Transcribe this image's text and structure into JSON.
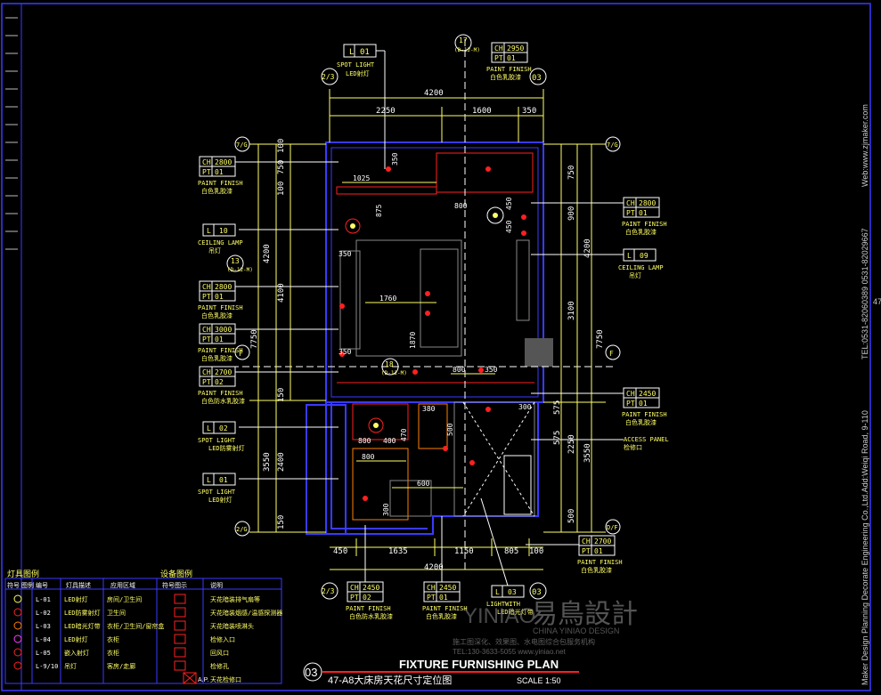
{
  "colors": {
    "frame": "#3a3aff",
    "wall": "#3a3aff",
    "dim": "#ffff66",
    "white": "#ffffff",
    "cyan": "#00ffff",
    "red": "#ff2020",
    "orange": "#ff8000",
    "magenta": "#ff40ff",
    "green": "#40ff40",
    "grey": "#555555"
  },
  "top": {
    "grid_17": "17",
    "grid_17_sub": "(D-12-M)",
    "tag_l01_left": "L",
    "tag_l01_right": "01",
    "l01_line1": "SPOT LIGHT",
    "l01_line2": "LED射灯",
    "ch_label": "CH",
    "ch_val": "2950",
    "pt_label": "PT",
    "pt_val": "01",
    "pf1": "PAINT FINISH",
    "pf2": "白色乳胶漆",
    "grid_2_3": "2/3",
    "grid_03": "03",
    "dim_total": "4200",
    "dim_a": "2250",
    "dim_b": "1600",
    "dim_c": "350"
  },
  "left_tags": [
    {
      "ch": "2800",
      "pt": "01",
      "l1": "PAINT FINISH",
      "l2": "白色乳胶漆"
    },
    {
      "tag": "10",
      "l1": "CEILING LAMP",
      "l2": "吊灯"
    },
    {
      "ch": "2800",
      "pt": "01",
      "l1": "PAINT FINISH",
      "l2": "白色乳胶漆"
    },
    {
      "ch": "3000",
      "pt": "01",
      "l1": "PAINT FINISH",
      "l2": "白色乳胶漆"
    },
    {
      "ch": "2700",
      "pt": "02",
      "l1": "PAINT FINISH",
      "l2": "白色防水乳胶漆"
    },
    {
      "tag": "02",
      "l1": "SPOT LIGHT",
      "l2": "LED防雾射灯"
    },
    {
      "tag": "01",
      "l1": "SPOT LIGHT",
      "l2": "LED射灯"
    }
  ],
  "left_dims": {
    "d100a": "100",
    "d750a": "750",
    "d100b": "100",
    "d4200": "4200",
    "d4100": "4100",
    "d7750": "7750",
    "d150": "150",
    "d3550": "3550",
    "d2400": "2400",
    "d150b": "150"
  },
  "left_grids": {
    "g7g": "7/G",
    "g13": "13",
    "g13s": "(D-12-M)",
    "gF": "F",
    "g2g": "2/G"
  },
  "right_tags": [
    {
      "ch": "2800",
      "pt": "01",
      "l1": "PAINT FINISH",
      "l2": "白色乳胶漆"
    },
    {
      "tag": "09",
      "l1": "CEILING LAMP",
      "l2": "吊灯"
    },
    {
      "ch": "2450",
      "pt": "01",
      "l1": "PAINT FINISH",
      "l2": "白色乳胶漆"
    },
    {
      "l1": "ACCESS PANEL",
      "l2": "检修口"
    }
  ],
  "right_dims": {
    "d750": "750",
    "d900": "900",
    "d4200": "4200",
    "d3100": "3100",
    "d7750": "7750",
    "d575": "575",
    "d575b": "575",
    "d2250": "2250",
    "d3550": "3550",
    "d500": "500"
  },
  "right_grids": {
    "gG": "7/G",
    "gF": "F",
    "gD": "D/F"
  },
  "inner_dims": {
    "d350": "350",
    "d1025": "1025",
    "d875": "875",
    "d800": "800",
    "d450a": "450",
    "d450b": "450",
    "d350b": "350",
    "d1760": "1760",
    "d1870": "1870",
    "d350c": "350",
    "d800b": "800",
    "d350d": "350",
    "d300": "300",
    "d380": "380",
    "d800c": "800",
    "d400": "400",
    "d470": "470",
    "d500": "500",
    "d800d": "800",
    "d600": "600",
    "d300b": "300",
    "d18": "18",
    "d18s": "(D-12-M)"
  },
  "bottom": {
    "dim_a": "450",
    "dim_b": "1635",
    "dim_c": "1150",
    "dim_d": "805",
    "dim_e": "100",
    "dim_total": "4200",
    "tag1": {
      "ch": "2700",
      "pt": "01",
      "l1": "PAINT FINISH",
      "l2": "白色乳胶漆"
    },
    "tag2": {
      "ch": "2450",
      "pt": "02",
      "l1": "PAINT FINISH",
      "l2": "白色防水乳胶漆"
    },
    "tag3": {
      "ch": "2450",
      "pt": "01",
      "l1": "PAINT FINISH",
      "l2": "白色乳胶漆"
    },
    "tag4": {
      "tag": "03",
      "l1": "LIGHTWITH",
      "l2": "LED暗光灯带"
    },
    "grid_2_3": "2/3",
    "grid_03": "03",
    "grid_d": "D/F"
  },
  "legend": {
    "title1": "灯具图例",
    "title2": "设备图例",
    "h1": "符号 图例",
    "h2": "编号",
    "h3": "灯具描述",
    "h4": "应用区域",
    "h5": "符号图示",
    "h6": "说明",
    "rows": [
      [
        "L-01",
        "LED射灯",
        "房间/卫生间",
        "天花暗装排气扇等"
      ],
      [
        "L-02",
        "LED防雾射灯",
        "卫生间",
        "天花暗装烟感/温感探测器"
      ],
      [
        "L-03",
        "LED暗光灯带",
        "衣柜/卫生间/窗帘盒",
        "天花暗装喷淋头"
      ],
      [
        "L-04",
        "LED射灯",
        "衣柜",
        "检修入口"
      ],
      [
        "L-05",
        "嵌入射灯",
        "衣柜",
        "回风口"
      ],
      [
        "L-9/10",
        "吊灯",
        "客房/走廊",
        "检修孔"
      ]
    ],
    "ap": "A.P.",
    "ap_desc": "天花检修口"
  },
  "title_block": {
    "num": "03",
    "en": "FIXTURE FURNISHING PLAN",
    "cn": "47-A8大床房天花尺寸定位图",
    "scale": "SCALE 1:50"
  },
  "watermark": {
    "logo_a": "YINIAO",
    "logo_b": "易鳥設計",
    "sub": "CHINA YINIAO DESIGN",
    "line1": "施工图深化、效果图、水电图综合包服务机构",
    "line2": "TEL:130-3633-5055  www.yiniao.net"
  },
  "side_text": {
    "company": "Maker Design Planning Decorate Engineering Co.,Ltd.Add:Weiqi Road, 9-110",
    "tel": "TEL:0531-82060389  0531-82029667",
    "web": "Web:www.zjmaker.com",
    "num": "47"
  }
}
